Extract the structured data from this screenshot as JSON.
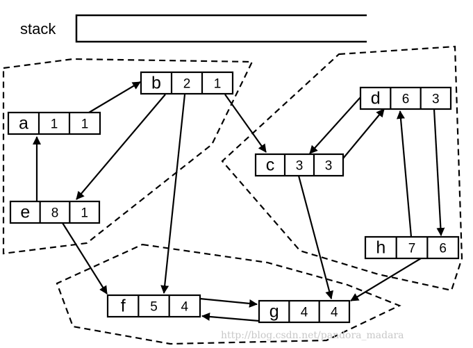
{
  "stack": {
    "label": "stack"
  },
  "nodes": [
    {
      "id": "a",
      "name": "a",
      "dfn": "1",
      "low": "1"
    },
    {
      "id": "b",
      "name": "b",
      "dfn": "2",
      "low": "1"
    },
    {
      "id": "c",
      "name": "c",
      "dfn": "3",
      "low": "3"
    },
    {
      "id": "d",
      "name": "d",
      "dfn": "6",
      "low": "3"
    },
    {
      "id": "e",
      "name": "e",
      "dfn": "8",
      "low": "1"
    },
    {
      "id": "f",
      "name": "f",
      "dfn": "5",
      "low": "4"
    },
    {
      "id": "g",
      "name": "g",
      "dfn": "4",
      "low": "4"
    },
    {
      "id": "h",
      "name": "h",
      "dfn": "7",
      "low": "6"
    }
  ],
  "edges": [
    {
      "from": "a",
      "to": "b"
    },
    {
      "from": "b",
      "to": "c"
    },
    {
      "from": "b",
      "to": "e"
    },
    {
      "from": "b",
      "to": "f"
    },
    {
      "from": "e",
      "to": "a"
    },
    {
      "from": "e",
      "to": "f"
    },
    {
      "from": "c",
      "to": "d"
    },
    {
      "from": "d",
      "to": "c"
    },
    {
      "from": "c",
      "to": "g"
    },
    {
      "from": "d",
      "to": "h"
    },
    {
      "from": "h",
      "to": "d"
    },
    {
      "from": "h",
      "to": "g"
    },
    {
      "from": "f",
      "to": "g"
    },
    {
      "from": "g",
      "to": "f"
    }
  ],
  "components": [
    {
      "members": [
        "a",
        "b",
        "e"
      ]
    },
    {
      "members": [
        "c",
        "d",
        "h"
      ]
    },
    {
      "members": [
        "f",
        "g"
      ]
    }
  ],
  "watermark": "http://blog.csdn.net/pandora_madara"
}
